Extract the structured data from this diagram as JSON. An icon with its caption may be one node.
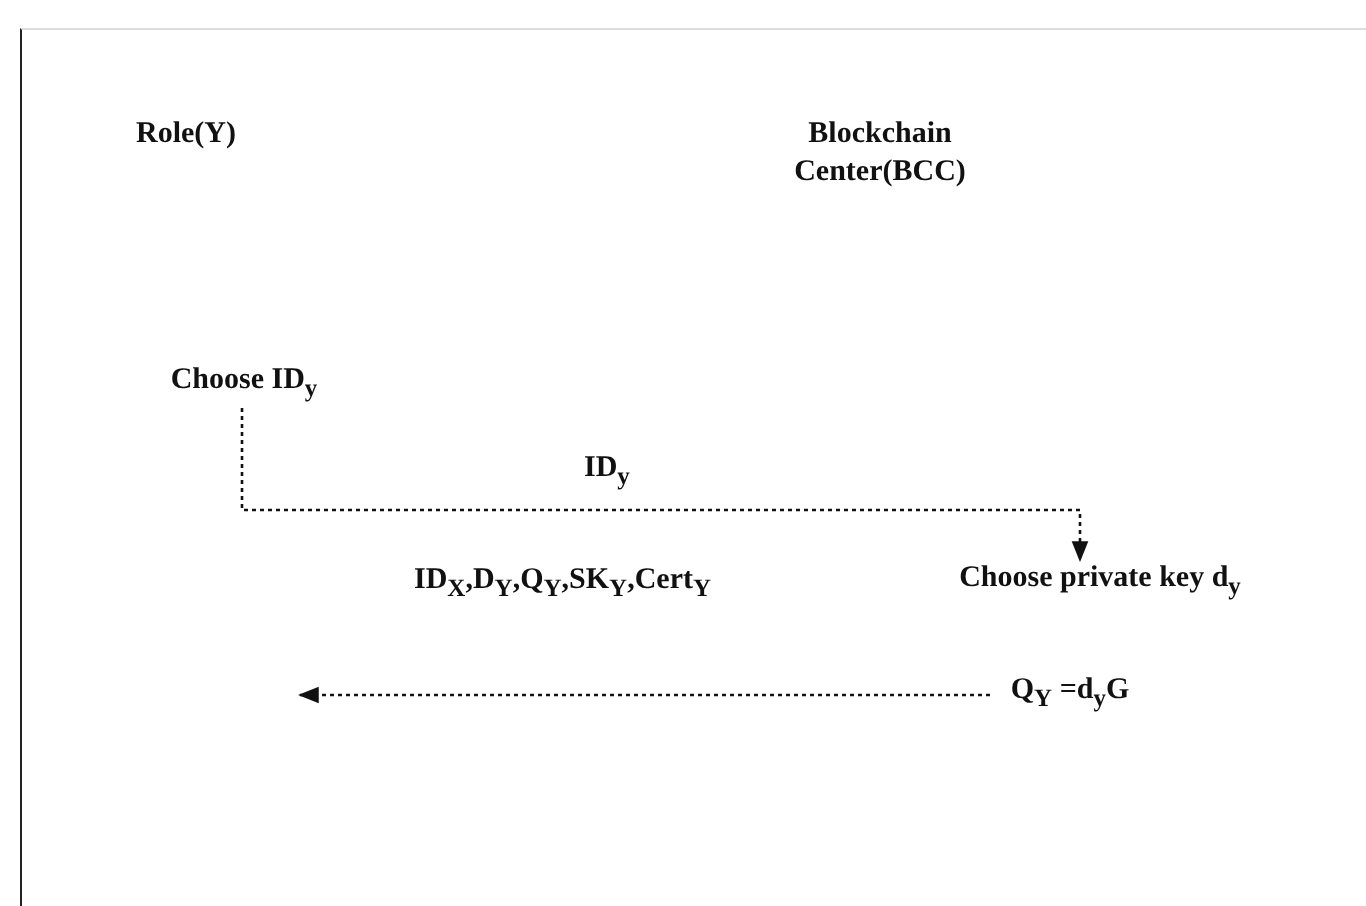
{
  "diagram": {
    "nodes": [
      {
        "text": [
          "Role(Y)"
        ]
      },
      {
        "text": [
          "Blockchain Center(BCC)"
        ]
      },
      {
        "text": [
          "Choose ID$_{y}$"
        ]
      },
      {
        "text": [
          "Choose private key d$_{y}$"
        ]
      },
      {
        "text": [
          "Q$_{Y}$ =d$_{y}$G"
        ]
      }
    ],
    "edges": [
      {
        "from": 2,
        "to": 3,
        "arrow": "to",
        "label": "ID$_{y}$",
        "style": "dashed"
      },
      {
        "from": 4,
        "to": null,
        "arrow": "to",
        "label": "ID$_{X}$,D$_{Y}$,Q$_{Y}$,SK$_{Y}$,Cert$_{Y}$",
        "style": "dashed"
      }
    ]
  }
}
